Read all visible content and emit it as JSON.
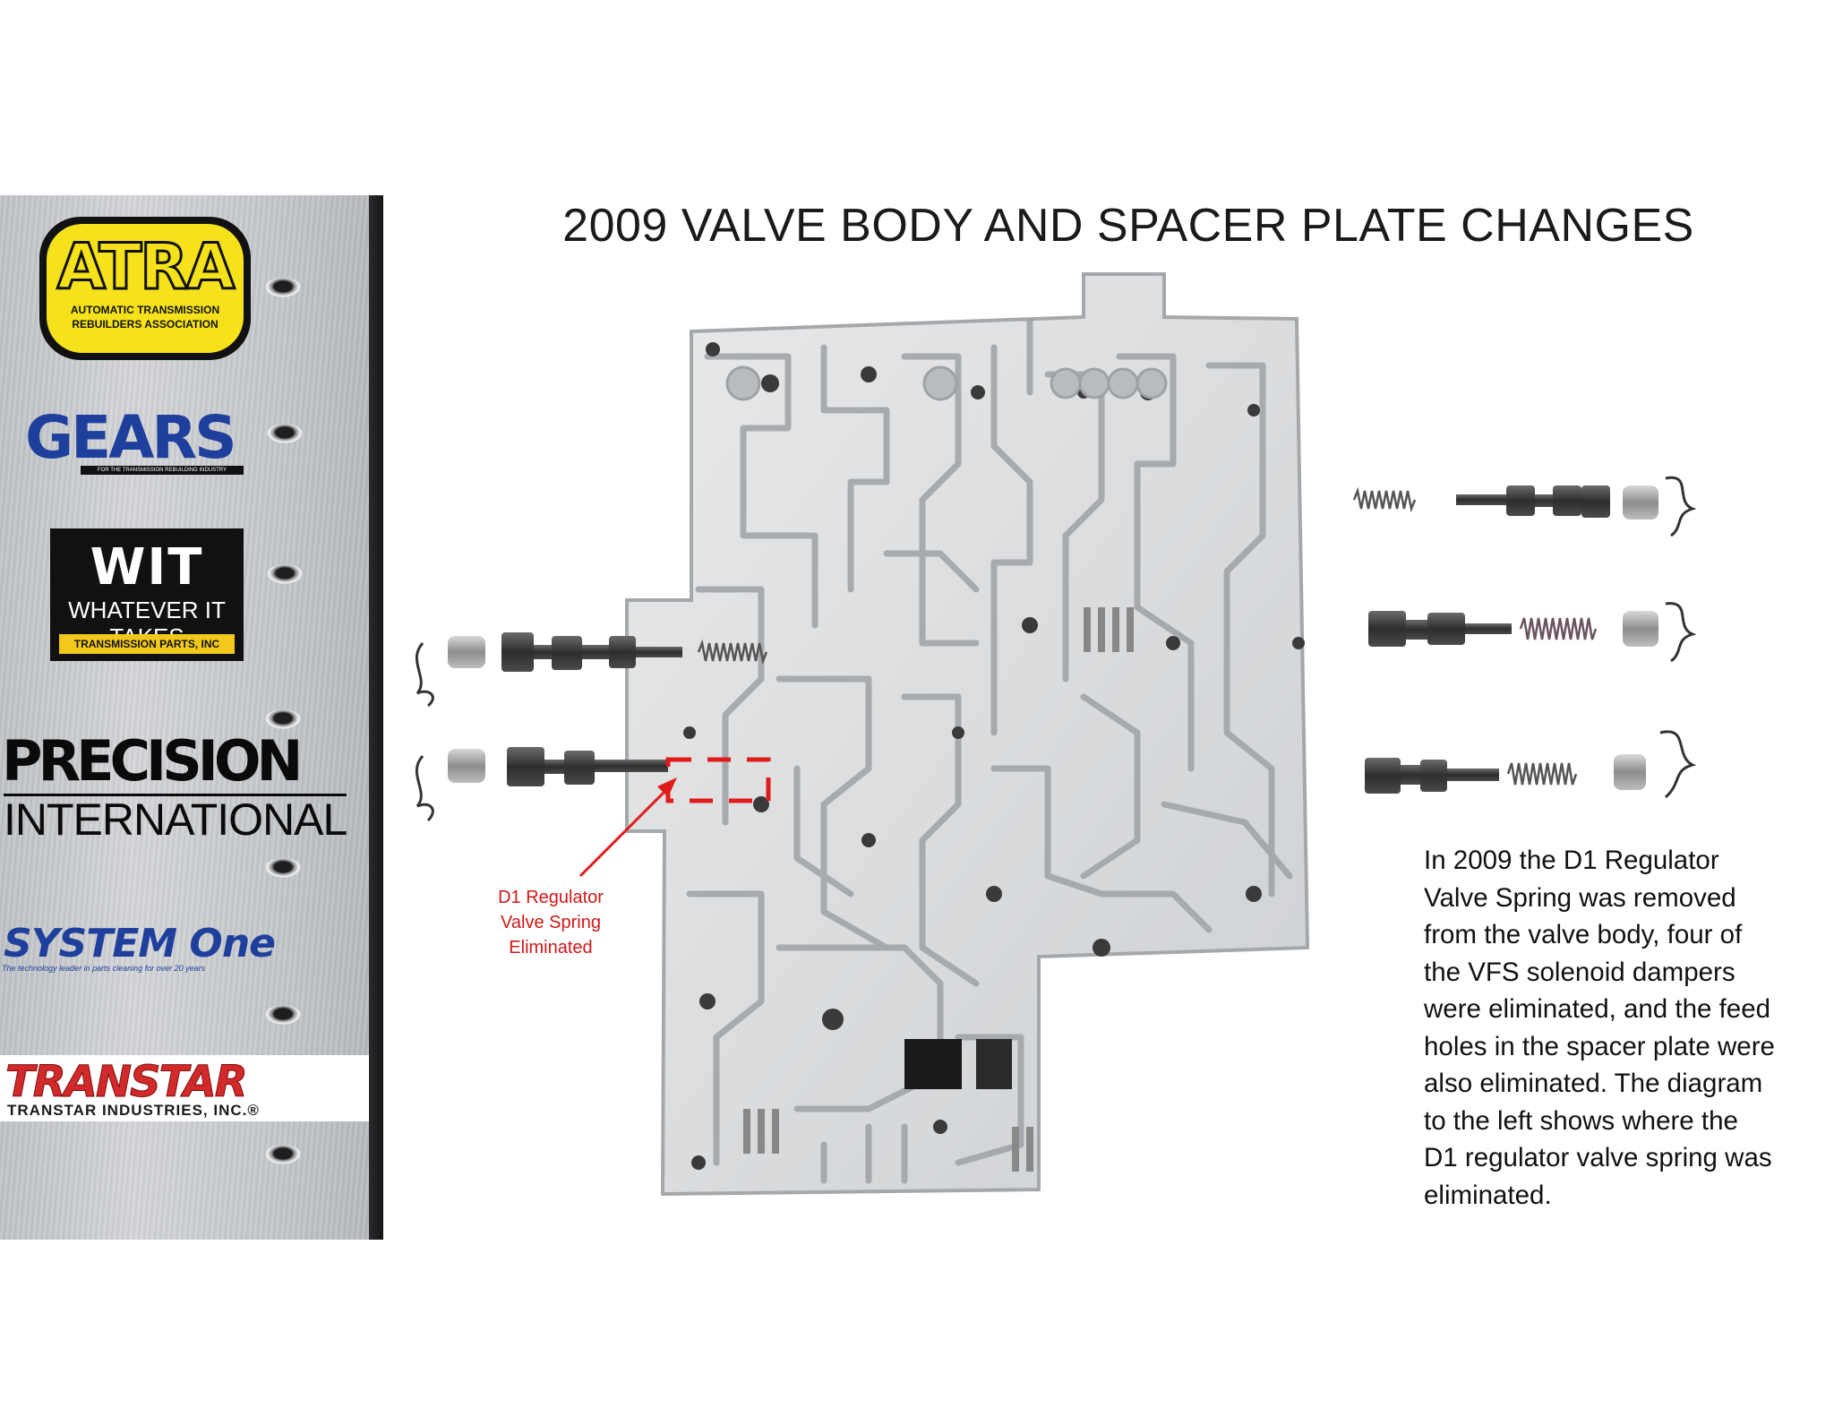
{
  "title": "2009 VALVE BODY AND SPACER PLATE CHANGES",
  "sponsors": {
    "atra": {
      "name": "ATRA",
      "subtitle_line1": "AUTOMATIC TRANSMISSION",
      "subtitle_line2": "REBUILDERS ASSOCIATION"
    },
    "gears": {
      "name": "GEARS",
      "tagline": "FOR THE TRANSMISSION REBUILDING INDUSTRY"
    },
    "wit": {
      "name": "WIT",
      "tagline": "WHATEVER IT TAKES",
      "subline": "TRANSMISSION PARTS, INC"
    },
    "precision": {
      "line1": "PRECISION",
      "line2": "INTERNATIONAL"
    },
    "systemone": {
      "name": "SYSTEM One",
      "tagline": "The technology leader in parts cleaning for over 20 years"
    },
    "transtar": {
      "name": "TRANSTAR",
      "subline": "TRANSTAR INDUSTRIES, INC.®"
    }
  },
  "callout": {
    "line1": "D1 Regulator",
    "line2": "Valve Spring",
    "line3": "Eliminated",
    "color": "#d01818"
  },
  "paragraph": {
    "lines": [
      "In 2009 the D1 Regulator",
      "Valve Spring was removed",
      "from the valve body, four of",
      "the VFS solenoid dampers",
      "were eliminated, and the feed",
      "holes in the spacer plate were",
      "also eliminated. The diagram",
      "to the left shows where the",
      "D1 regulator valve spring was",
      "eliminated."
    ]
  }
}
